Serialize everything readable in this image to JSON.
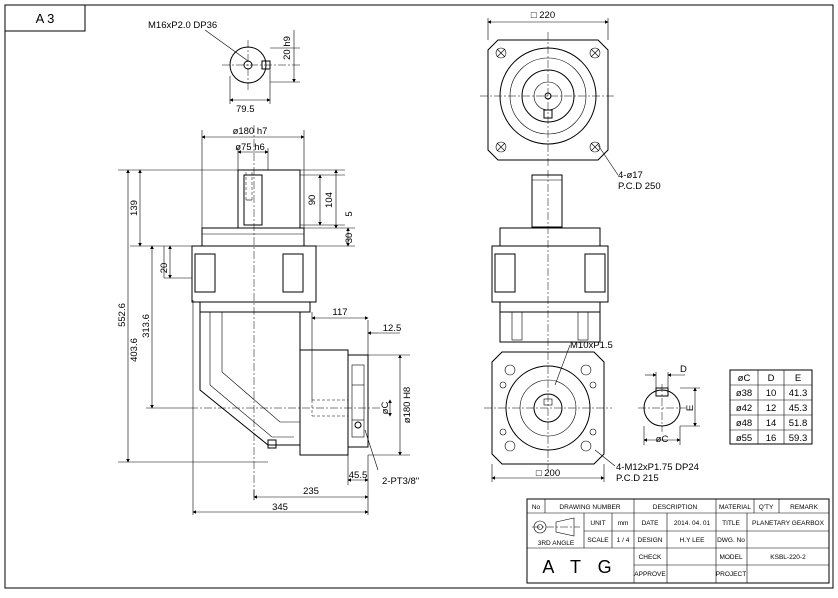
{
  "sheet": {
    "size_label": "A 3"
  },
  "dims": {
    "m16": "M16xP2.0  DP36",
    "d20h9": "20 h9",
    "d79_5": "79.5",
    "d180h7": "ø180 h7",
    "d75h6": "ø75 h6",
    "d139": "139",
    "d90": "90",
    "d104": "104",
    "d5": "5",
    "d30": "30",
    "d20": "20",
    "d552_6": "552.6",
    "d403_6": "403.6",
    "d313_6": "313.6",
    "d117": "117",
    "d12_5": "12.5",
    "dC": "øC",
    "d180H8": "ø180 H8",
    "d45_5": "45.5",
    "pt": "2-PT3/8\"",
    "d235": "235",
    "d345": "345",
    "d220": "□ 220",
    "holes": "4-ø17",
    "pcd250": "P.C.D 250",
    "m10": "M10xP1.5",
    "m12": "4-M12xP1.75  DP24",
    "pcd215": "P.C.D 215",
    "d200": "□ 200",
    "kD": "D",
    "kE": "E",
    "kC": "øC"
  },
  "shaft_table": {
    "headers": [
      "øC",
      "D",
      "E"
    ],
    "rows": [
      [
        "ø38",
        "10",
        "41.3"
      ],
      [
        "ø42",
        "12",
        "45.3"
      ],
      [
        "ø48",
        "14",
        "51.8"
      ],
      [
        "ø55",
        "16",
        "59.3"
      ]
    ]
  },
  "title_block": {
    "no": "No",
    "drawing_number": "DRAWING NUMBER",
    "description": "DESCRIPTION",
    "material": "MATERIAL",
    "qty": "Q'TY",
    "remark": "REMARK",
    "unit": "UNIT",
    "unit_val": "mm",
    "date": "DATE",
    "date_val": "2014. 04. 01",
    "title": "TITLE",
    "title_val": "PLANETARY GEARBOX",
    "scale": "SCALE",
    "scale_val": "1 / 4",
    "design": "DESIGN",
    "design_val": "H.Y LEE",
    "dwg_no": "DWG. No",
    "angle": "3RD ANGLE",
    "check": "CHECK",
    "model": "MODEL",
    "model_val": "KSBL-220-2",
    "approve": "APPROVE",
    "project": "PROJECT",
    "logo": "A T G"
  }
}
